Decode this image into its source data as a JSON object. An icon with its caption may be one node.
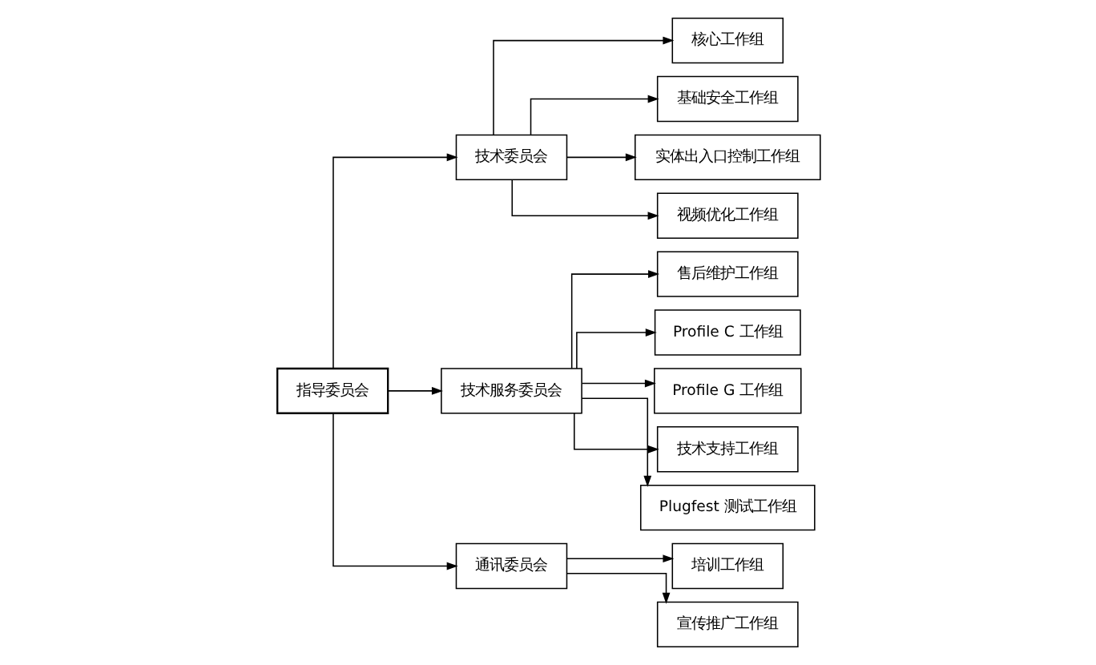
{
  "diagram": {
    "nodes": [
      {
        "text": [
          "指导委员会"
        ]
      },
      {
        "text": [
          "技术委员会"
        ]
      },
      {
        "text": [
          "技术服务委员会"
        ]
      },
      {
        "text": [
          "通讯委员会"
        ]
      },
      {
        "text": [
          "核心工作组"
        ]
      },
      {
        "text": [
          "基础安全工作组"
        ]
      },
      {
        "text": [
          "实体出入口控制工作组"
        ]
      },
      {
        "text": [
          "视频优化工作组"
        ]
      },
      {
        "text": [
          "售后维护工作组"
        ]
      },
      {
        "text": [
          "Profile C 工作组"
        ]
      },
      {
        "text": [
          "Profile G 工作组"
        ]
      },
      {
        "text": [
          "技术支持工作组"
        ]
      },
      {
        "text": [
          "Plugfest 测试工作组"
        ]
      },
      {
        "text": [
          "培训工作组"
        ]
      },
      {
        "text": [
          "宣传推广工作组"
        ]
      }
    ],
    "edges": [
      {
        "from": 0,
        "to": 1,
        "arrow": "to"
      },
      {
        "from": 0,
        "to": 2,
        "arrow": "to"
      },
      {
        "from": 0,
        "to": 3,
        "arrow": "to"
      },
      {
        "from": 1,
        "to": 4,
        "arrow": "to"
      },
      {
        "from": 1,
        "to": 5,
        "arrow": "to"
      },
      {
        "from": 1,
        "to": 6,
        "arrow": "to"
      },
      {
        "from": 1,
        "to": 7,
        "arrow": "to"
      },
      {
        "from": 2,
        "to": 8,
        "arrow": "to"
      },
      {
        "from": 2,
        "to": 9,
        "arrow": "to"
      },
      {
        "from": 2,
        "to": 10,
        "arrow": "to"
      },
      {
        "from": 2,
        "to": 11,
        "arrow": "to"
      },
      {
        "from": 2,
        "to": 12,
        "arrow": "to"
      },
      {
        "from": 3,
        "to": 13,
        "arrow": "to"
      },
      {
        "from": 3,
        "to": 14,
        "arrow": "to"
      }
    ]
  }
}
